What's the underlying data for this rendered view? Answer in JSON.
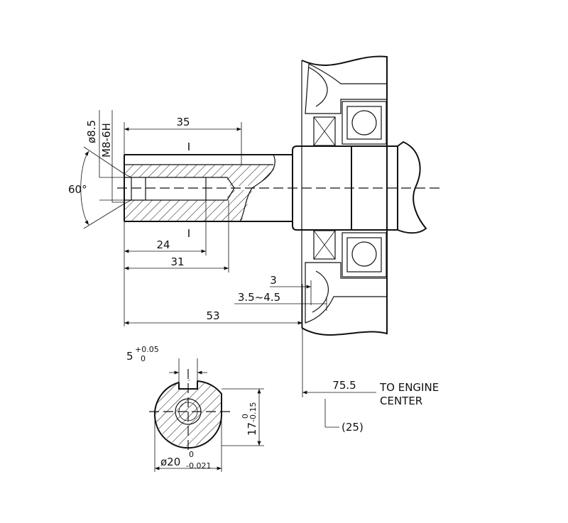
{
  "drawing": {
    "dims": {
      "d35": "35",
      "d24": "24",
      "d31": "31",
      "d53": "53",
      "d3": "3",
      "d3545": "3.5~4.5",
      "d755": "75.5",
      "d25": "(25)",
      "angle60": "60°",
      "dia85": "ø8.5",
      "thread": "M8-6H",
      "section_mark": "I",
      "key_w": "5",
      "key_w_upper": "+0.05",
      "key_w_lower": "0",
      "key_h": "17",
      "key_h_upper": "0",
      "key_h_lower": "-0.15",
      "shaft_dia": "ø20",
      "shaft_dia_upper": "0",
      "shaft_dia_lower": "-0.021"
    },
    "notes": {
      "to_engine_1": "TO ENGINE",
      "to_engine_2": "CENTER"
    }
  }
}
